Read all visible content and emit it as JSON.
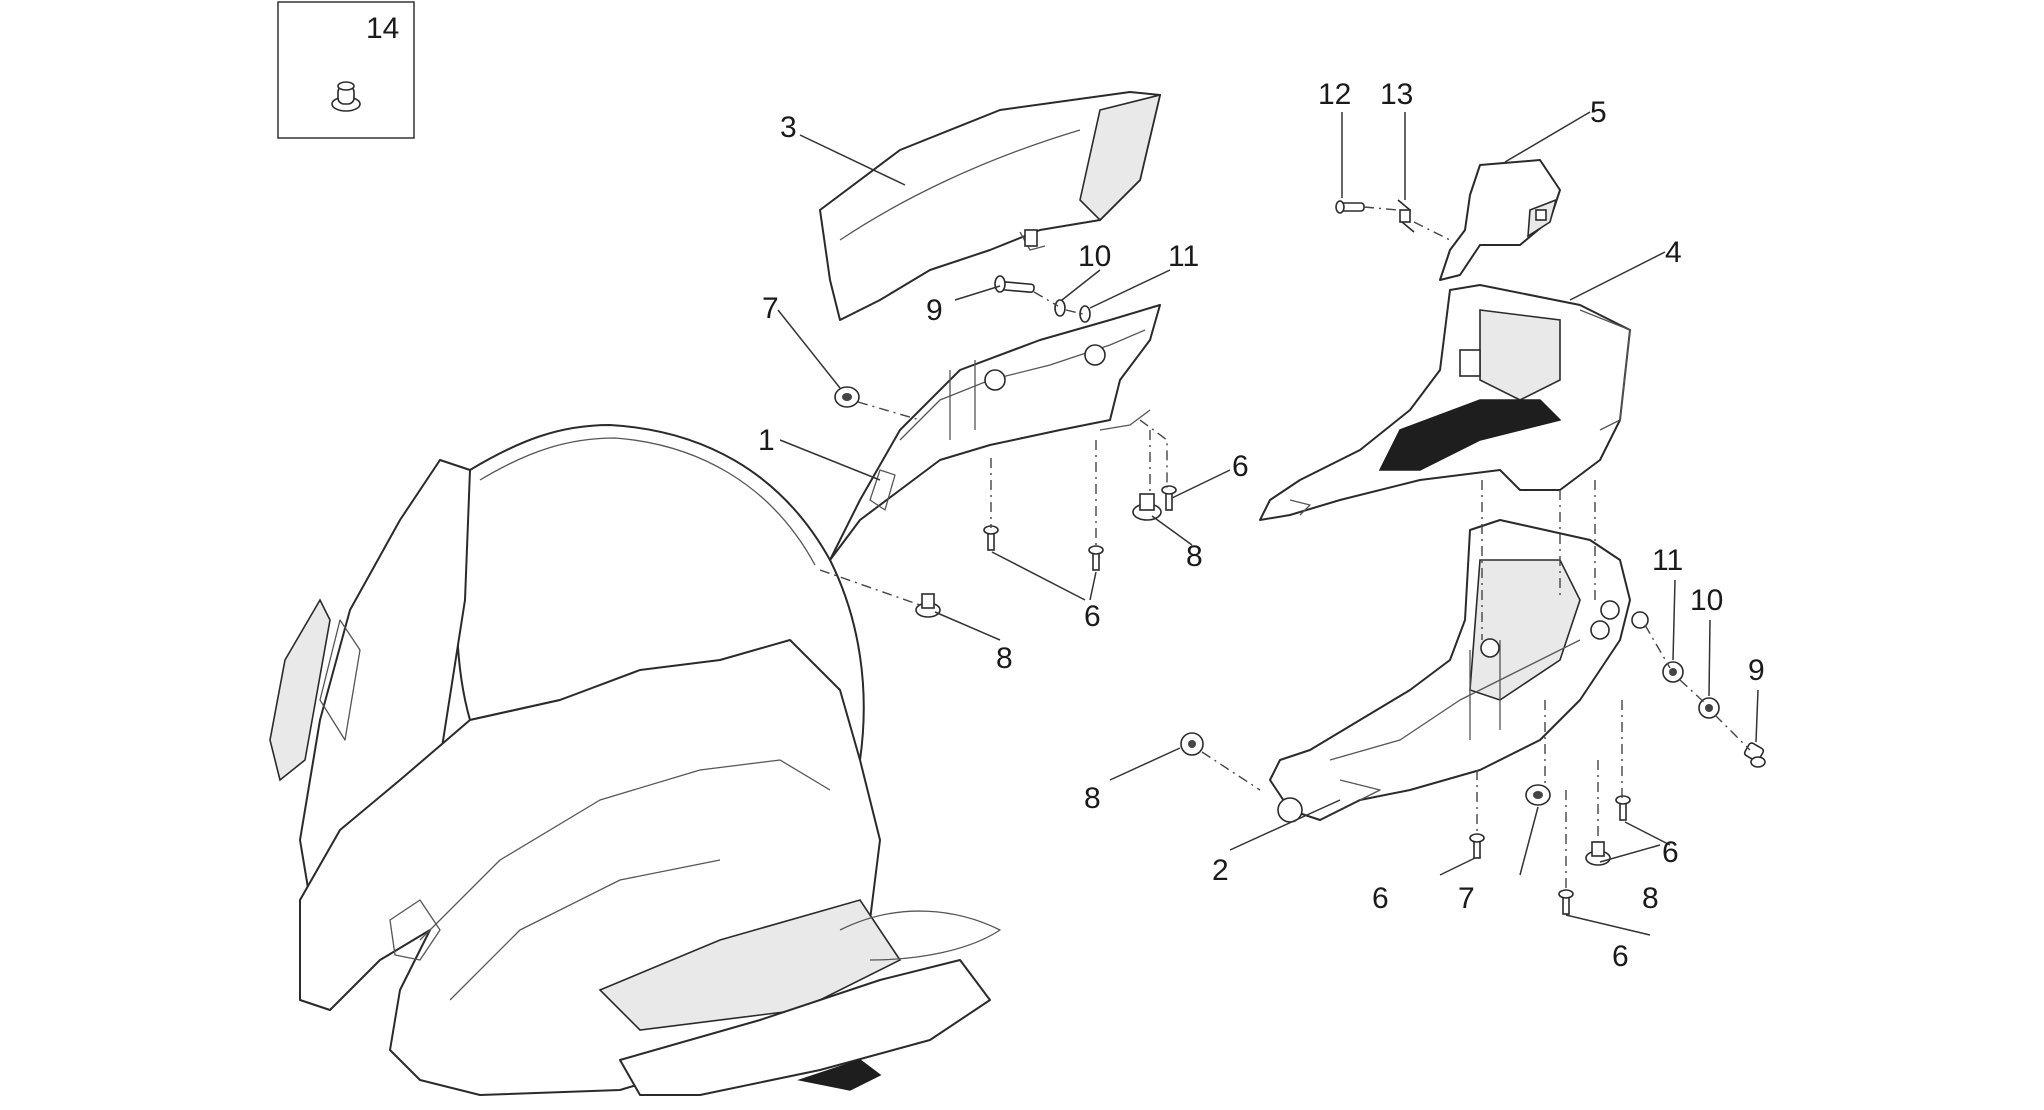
{
  "callouts": {
    "c1": "1",
    "c2": "2",
    "c3": "3",
    "c4": "4",
    "c5": "5",
    "c6a": "6",
    "c6b": "6",
    "c6c": "6",
    "c6d": "6",
    "c6e": "6",
    "c7a": "7",
    "c7b": "7",
    "c8a": "8",
    "c8b": "8",
    "c8c": "8",
    "c8d": "8",
    "c9a": "9",
    "c9b": "9",
    "c10a": "10",
    "c10b": "10",
    "c11a": "11",
    "c11b": "11",
    "c12": "12",
    "c13": "13",
    "c14": "14"
  }
}
